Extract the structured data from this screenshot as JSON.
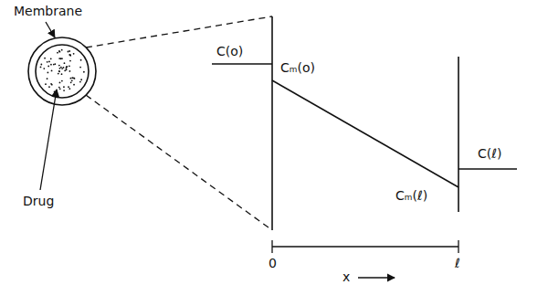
{
  "diagram": {
    "labels": [
      "Membrane",
      "Drug",
      "C(o)",
      "Cₘ(o)",
      "Cₘ(ℓ)",
      "C(ℓ)",
      "0",
      "ℓ",
      "x"
    ]
  }
}
